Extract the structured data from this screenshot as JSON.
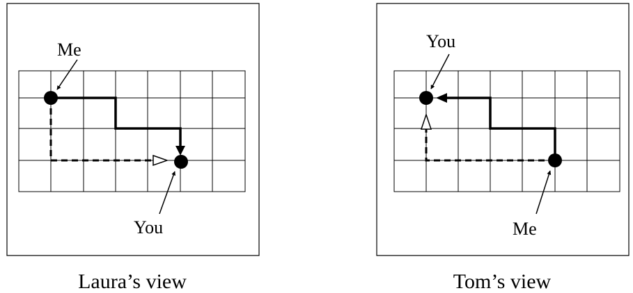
{
  "panels": [
    {
      "me_label": "Me",
      "you_label": "You",
      "caption": "Laura’s view"
    },
    {
      "me_label": "Me",
      "you_label": "You",
      "caption": "Tom’s view"
    }
  ],
  "colors": {
    "ink": "#000000",
    "background": "#ffffff",
    "hollow_arrow_fill": "#ffffff"
  }
}
